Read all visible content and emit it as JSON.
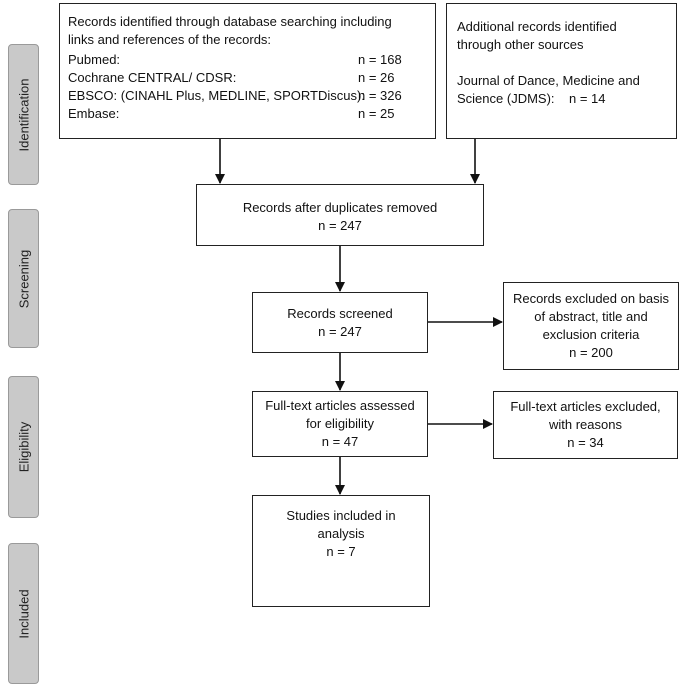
{
  "stages": {
    "identification": "Identification",
    "screening": "Screening",
    "eligibility": "Eligibility",
    "included": "Included"
  },
  "database_box": {
    "heading_line1": "Records identified through database searching including",
    "heading_line2": "links and references of the records:",
    "rows": [
      {
        "source": "Pubmed:",
        "count": "n = 168"
      },
      {
        "source": "Cochrane CENTRAL/ CDSR:",
        "count": "n = 26"
      },
      {
        "source": "EBSCO: (CINAHL Plus, MEDLINE, SPORTDiscus):",
        "count": "n = 326"
      },
      {
        "source": "Embase:",
        "count": "n = 25"
      }
    ]
  },
  "other_sources_box": {
    "line1": "Additional records identified",
    "line2": "through other sources",
    "line3": "Journal of Dance, Medicine and",
    "line4": "Science (JDMS):",
    "count": "n = 14"
  },
  "duplicates_box": {
    "label": "Records after duplicates removed",
    "count": "n = 247"
  },
  "screened_box": {
    "label": "Records screened",
    "count": "n = 247"
  },
  "excluded_abstract_box": {
    "line1": "Records excluded on basis",
    "line2": "of abstract, title and",
    "line3": "exclusion criteria",
    "count": "n = 200"
  },
  "fulltext_box": {
    "line1": "Full-text articles assessed",
    "line2": "for eligibility",
    "count": "n = 47"
  },
  "fulltext_excluded_box": {
    "line1": "Full-text articles excluded,",
    "line2": "with reasons",
    "count": "n = 34"
  },
  "included_box": {
    "line1": "Studies included in",
    "line2": "analysis",
    "count": "n = 7"
  }
}
